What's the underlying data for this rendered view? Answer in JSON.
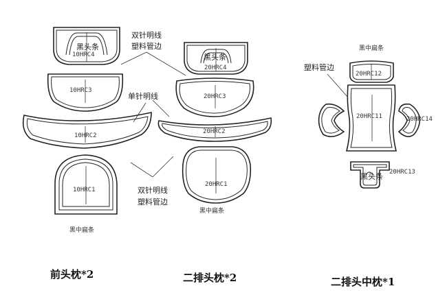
{
  "notes": {
    "double_stitch": "双针明线",
    "plastic_piping": "塑料管边",
    "single_stitch": "单针明线"
  },
  "pieces": {
    "front_top": "10HRC4",
    "front_back": "10HRC3",
    "front_strip": "10HRC2",
    "front_face": "10HRC1",
    "rear_top": "20HRC4",
    "rear_back": "20HRC3",
    "rear_strip": "20HRC2",
    "rear_face": "20HRC1",
    "mid_top": "20HRC12",
    "mid_body": "20HRC11",
    "mid_side": "20HRC14",
    "mid_bottom": "20HRC13"
  },
  "labels": {
    "black_head_strip": "黑头条",
    "black_mid_flat_strip": "黑中扁条"
  },
  "titles": {
    "front": "前头枕*2",
    "rear": "二排头枕*2",
    "middle": "二排头中枕*1"
  }
}
